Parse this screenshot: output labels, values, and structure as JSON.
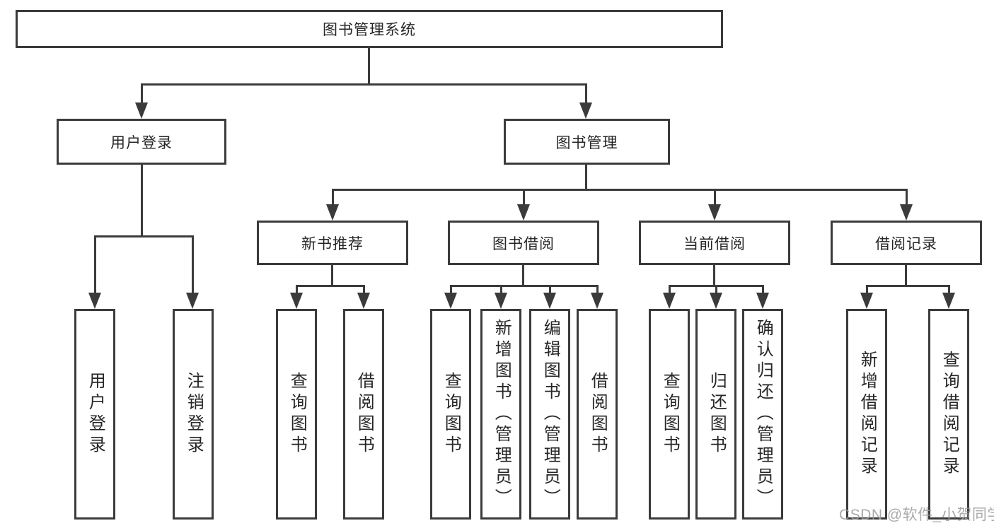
{
  "diagram": {
    "type": "tree",
    "watermark": "CSDN @软件_小贺同学",
    "colors": {
      "line": "#3b3b3b",
      "text": "#262626",
      "background": "#ffffff",
      "watermark": "#9b9b9b"
    },
    "tree": {
      "label": "图书管理系统",
      "children": [
        {
          "label": "用户登录",
          "children": [
            {
              "label": "用户登录"
            },
            {
              "label": "注销登录"
            }
          ]
        },
        {
          "label": "图书管理",
          "children": [
            {
              "label": "新书推荐",
              "children": [
                {
                  "label": "查询图书"
                },
                {
                  "label": "借阅图书"
                }
              ]
            },
            {
              "label": "图书借阅",
              "children": [
                {
                  "label": "查询图书"
                },
                {
                  "label": "新增图书（管理员）"
                },
                {
                  "label": "编辑图书（管理员）"
                },
                {
                  "label": "借阅图书"
                }
              ]
            },
            {
              "label": "当前借阅",
              "children": [
                {
                  "label": "查询图书"
                },
                {
                  "label": "归还图书"
                },
                {
                  "label": "确认归还（管理员）"
                }
              ]
            },
            {
              "label": "借阅记录",
              "children": [
                {
                  "label": "新增借阅记录"
                },
                {
                  "label": "查询借阅记录"
                }
              ]
            }
          ]
        }
      ]
    }
  }
}
